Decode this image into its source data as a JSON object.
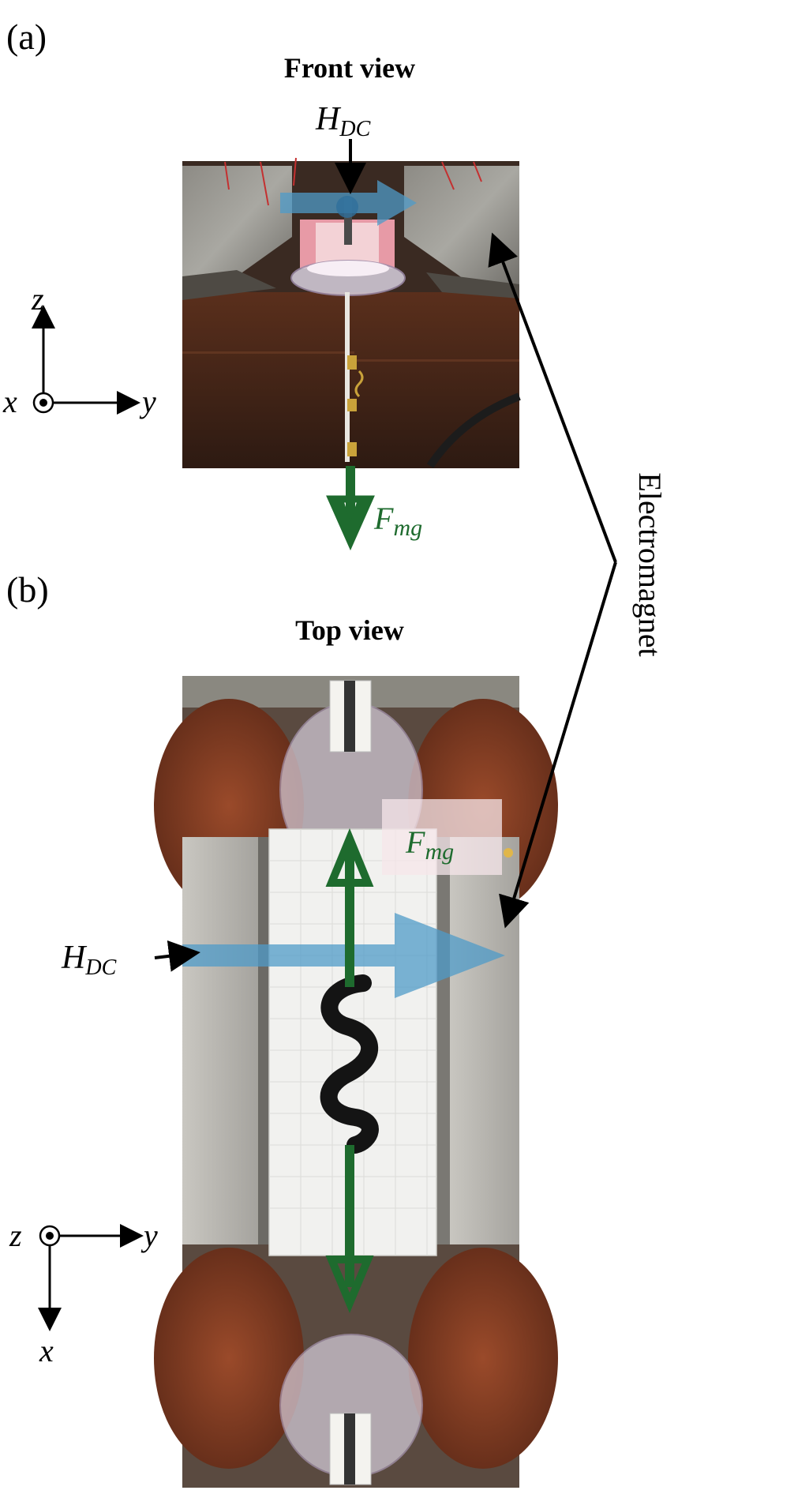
{
  "panel_a": {
    "label": "(a)",
    "title": "Front view",
    "field_label": {
      "main": "H",
      "sub": "DC"
    },
    "force_label": {
      "main": "F",
      "sub": "mg"
    },
    "axes": {
      "out_of_page": "x",
      "horizontal": "y",
      "vertical": "z"
    }
  },
  "panel_b": {
    "label": "(b)",
    "title": "Top view",
    "field_label": {
      "main": "H",
      "sub": "DC"
    },
    "force_label": {
      "main": "F",
      "sub": "mg"
    },
    "axes": {
      "out_of_page": "z",
      "horizontal": "y",
      "vertical": "x"
    }
  },
  "side_label": "Electromagnet",
  "colors": {
    "field_arrow": "#4f9bc8",
    "force_arrow": "#1e6b2e",
    "label_arrow": "#000000",
    "steel": "#a7a6a0",
    "coil": "#7a3b22",
    "paper": "#f1f1ef",
    "acrylic": "#d8d0de"
  }
}
